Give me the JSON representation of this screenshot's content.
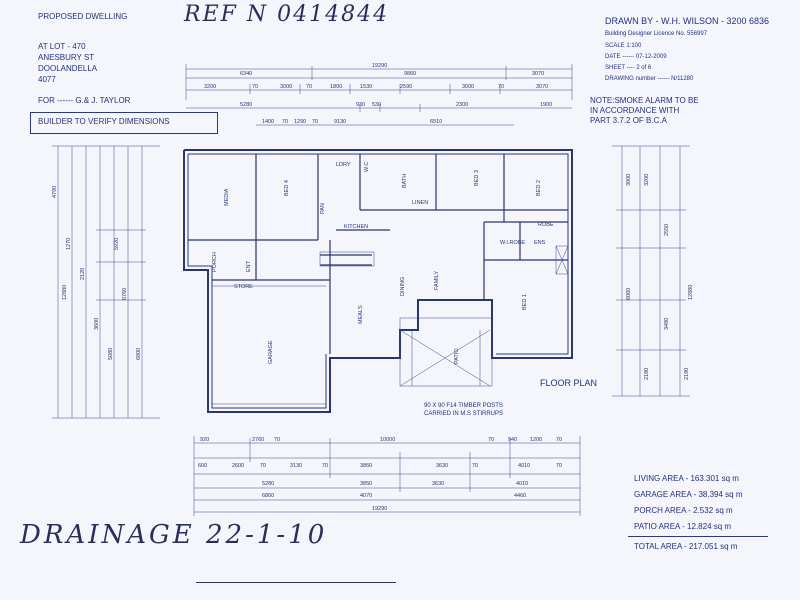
{
  "header": {
    "proposed": "PROPOSED DWELLING",
    "ref": "REF N 0414844",
    "lot": "AT LOT - 470",
    "street": "ANESBURY ST",
    "suburb": "DOOLANDELLA",
    "postcode": "4077",
    "for_client": "FOR ------ G.& J. TAYLOR",
    "builder_note": "BUILDER TO VERIFY DIMENSIONS"
  },
  "drawn": {
    "drawn_by": "DRAWN BY  - W.H. WILSON  - 3200 6836",
    "licence": "Building Designer Licence No. 556997",
    "scale": "SCALE 1:100",
    "date": "DATE ------ 07-12-2009",
    "sheet": "SHEET ---- 2 of 6",
    "drawing_number": "DRAWING number ------ N/11280"
  },
  "notes": {
    "smoke_alarm": [
      "NOTE:SMOKE ALARM TO BE",
      "IN ACCORDANCE WITH",
      "PART 3.7.2 OF B.C.A"
    ],
    "timber_posts": [
      "90 X 90 F14 TIMBER POSTS",
      "CARRIED IN M.S STIRRUPS"
    ],
    "floor_plan": "FLOOR PLAN"
  },
  "areas": {
    "living": "LIVING AREA - 163.301 sq m",
    "garage": "GARAGE AREA - 38.394 sq m",
    "porch": "PORCH AREA - 2.532 sq m",
    "patio": "PATIO AREA - 12.824 sq m",
    "total": "TOTAL AREA - 217.051 sq m"
  },
  "handwritten": {
    "drainage": "DRAINAGE 22-1-10"
  },
  "rooms": {
    "media": "MEDIA",
    "bed4": "BED 4",
    "bed3": "BED 3",
    "bed2": "BED 2",
    "bed1": "BED 1",
    "laundry": "LDRY",
    "bath": "BATH",
    "wc": "W.C",
    "linen": "LINEN",
    "kitchen": "KITCHEN",
    "family": "FAMILY",
    "dining": "DINING",
    "meals": "MEALS",
    "garage": "GARAGE",
    "patio": "PATIO",
    "porch": "PORCH",
    "entry": "ENT",
    "wir": "W.I.ROBE",
    "ens": "ENS",
    "store": "STORE",
    "robe": "ROBE",
    "pantry": "PAN"
  },
  "dims": {
    "top_total": "19290",
    "top_a": "6340",
    "top_b": "9860",
    "top_c": "3070",
    "top_row2": [
      "3200",
      "70",
      "3000",
      "70",
      "1800",
      "1530",
      "2590",
      "3000",
      "70",
      "3070"
    ],
    "top_row3": [
      "5280",
      "930",
      "530",
      "2300",
      "1900"
    ],
    "top_row4": [
      "1400",
      "70",
      "1290",
      "70",
      "9130",
      "6510"
    ],
    "bottom_total": "19290",
    "bottom_row1": [
      "920",
      "2760",
      "70",
      "10000",
      "70",
      "940",
      "1200",
      "70"
    ],
    "bottom_row2": [
      "600",
      "2600",
      "70",
      "3130",
      "70",
      "3860",
      "3630",
      "70",
      "4010",
      "70"
    ],
    "bottom_row3": [
      "5280",
      "3850",
      "3630",
      "4010"
    ],
    "bottom_row4": [
      "6860",
      "4070",
      "4460"
    ],
    "left": [
      "4790",
      "1270",
      "2120",
      "3600",
      "5080",
      "6760",
      "6800",
      "5920",
      "12880"
    ],
    "right": [
      "3900",
      "3200",
      "2550",
      "6060",
      "3480",
      "2180",
      "2190",
      "12880"
    ]
  }
}
